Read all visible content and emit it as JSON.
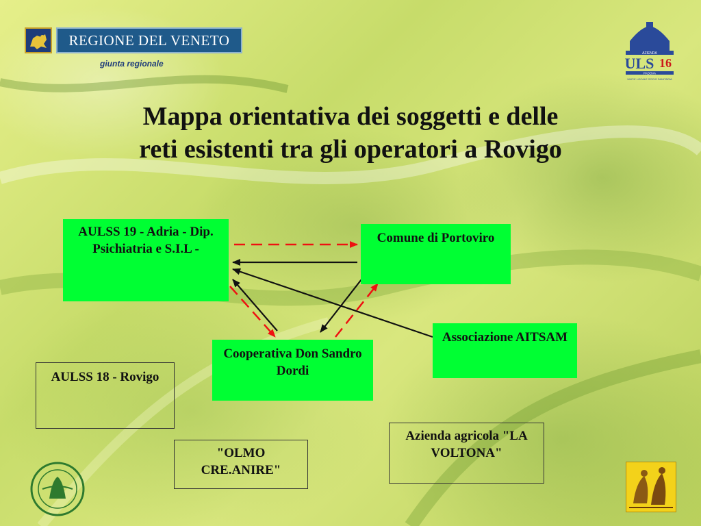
{
  "header": {
    "logo_left": {
      "name": "REGIONE DEL VENETO",
      "subtitle": "giunta regionale"
    },
    "logo_right": {
      "text": "AZIENDA ULSS 16 PADOVA"
    }
  },
  "title": {
    "line1": "Mappa orientativa dei soggetti e delle",
    "line2": "reti esistenti tra gli operatori a Rovigo"
  },
  "nodes": {
    "aulss19": "AULSS 19 - Adria - Dip. Psichiatria e S.I.L -",
    "comune": "Comune di Portoviro",
    "cooperativa": "Cooperativa Don Sandro Dordi",
    "aitsam": "Associazione AITSAM",
    "aulss18": "AULSS 18 - Rovigo",
    "azienda": "Azienda agricola \"LA VOLTONA\"",
    "olmo": "\"OLMO CRE.ANIRE\""
  },
  "colors": {
    "node_fill": "#00ff33",
    "solid_arrow": "#111111",
    "dashed_arrow": "#ee1111"
  },
  "edges": [
    {
      "from": "aulss19",
      "to": "comune",
      "style": "dashed",
      "color": "red"
    },
    {
      "from": "comune",
      "to": "aulss19",
      "style": "solid",
      "color": "black"
    },
    {
      "from": "aitsam",
      "to": "aulss19",
      "style": "solid",
      "color": "black"
    },
    {
      "from": "cooperativa",
      "to": "aulss19",
      "style": "solid",
      "color": "black"
    },
    {
      "from": "aulss19",
      "to": "cooperativa",
      "style": "dashed",
      "color": "red"
    },
    {
      "from": "comune",
      "to": "cooperativa",
      "style": "solid",
      "color": "black"
    },
    {
      "from": "cooperativa",
      "to": "comune",
      "style": "dashed",
      "color": "red"
    }
  ]
}
